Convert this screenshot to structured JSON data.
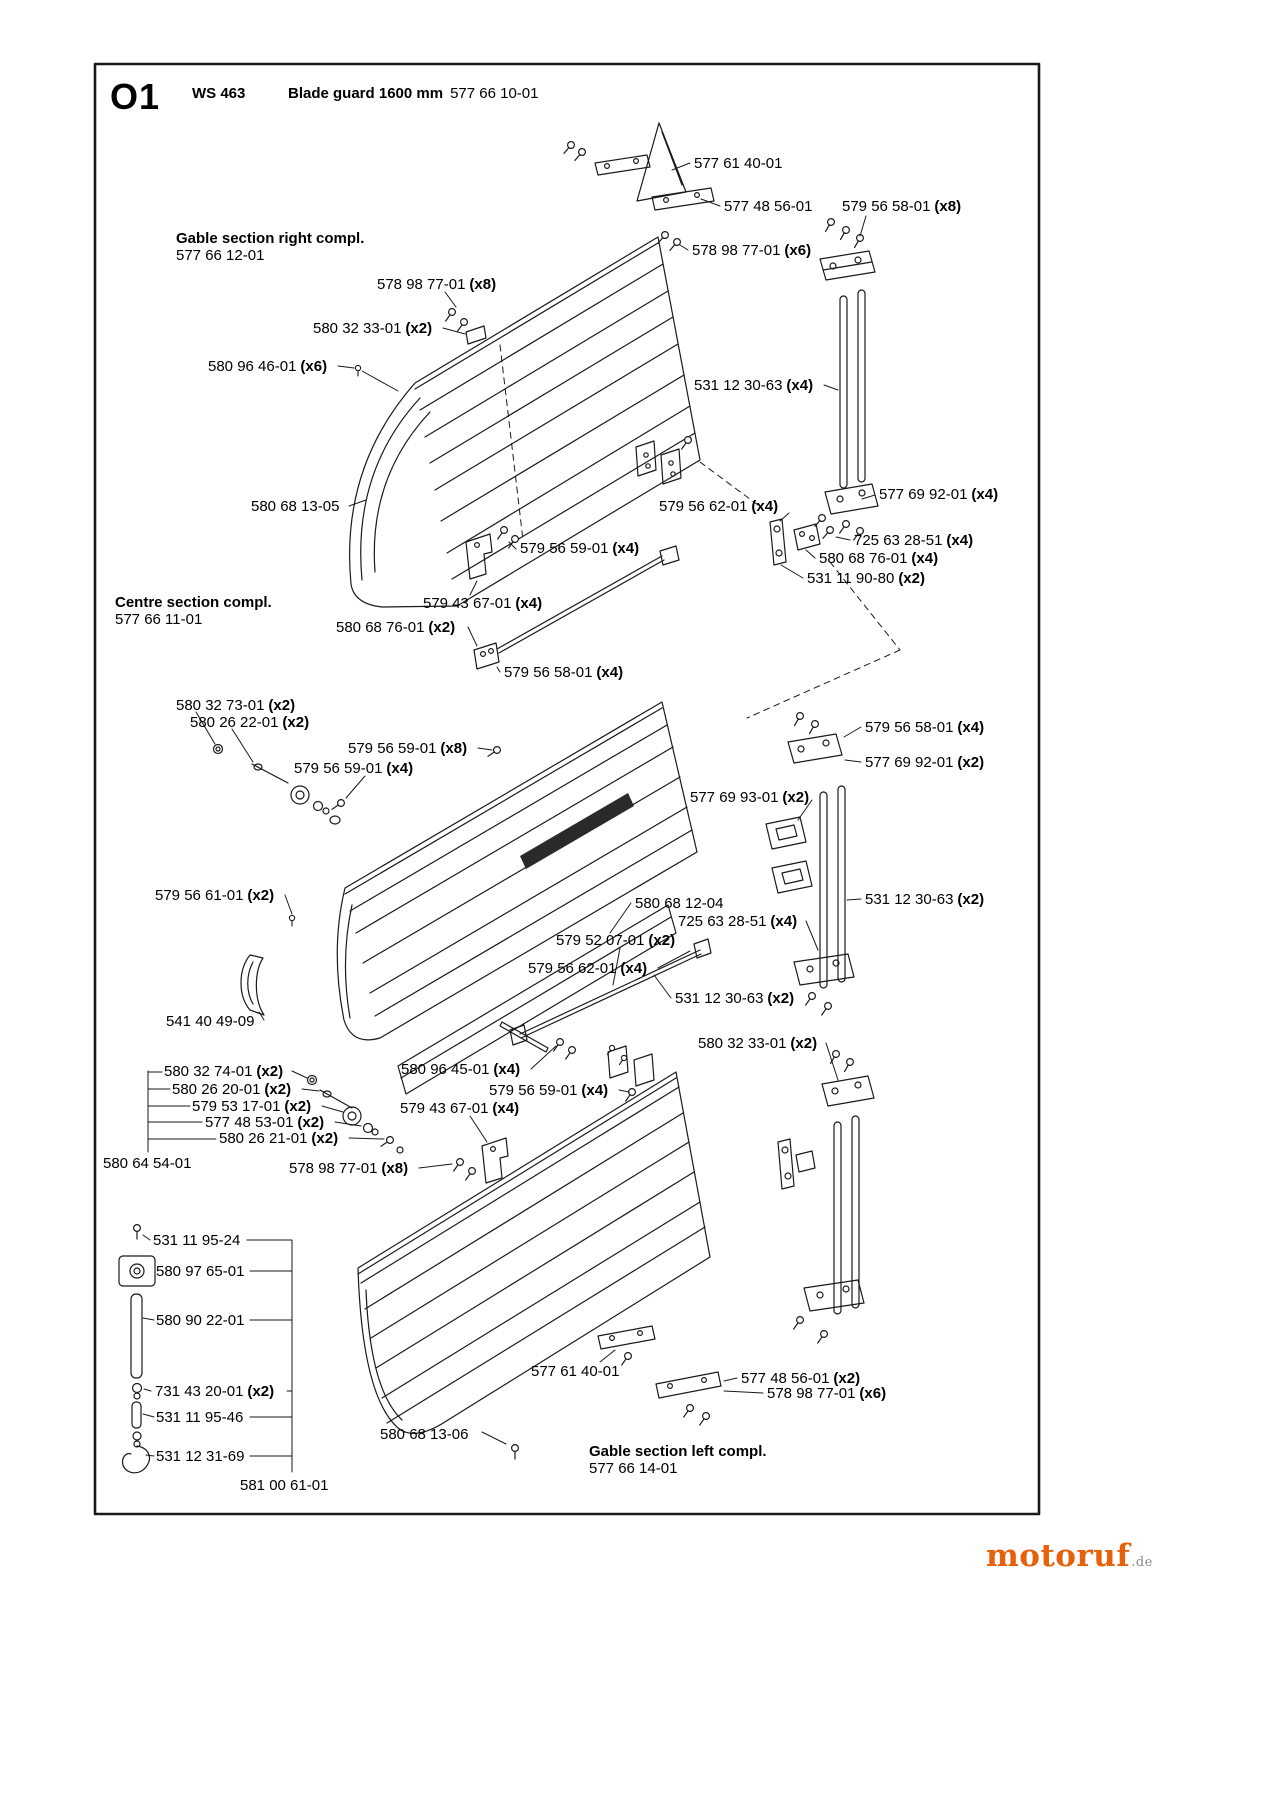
{
  "header": {
    "ref": "O1",
    "model": "WS 463",
    "title": "Blade guard 1600 mm",
    "part": "577 66 10-01"
  },
  "sections": [
    {
      "name": "Gable section right compl.",
      "part": "577 66 12-01"
    },
    {
      "name": "Centre section compl.",
      "part": "577 66 11-01"
    },
    {
      "name": "Gable section left compl.",
      "part": "577 66 14-01"
    }
  ],
  "labels": [
    {
      "num": "577 61 40-01",
      "qty": ""
    },
    {
      "num": "577 48 56-01",
      "qty": ""
    },
    {
      "num": "579 56 58-01",
      "qty": "(x8)"
    },
    {
      "num": "578 98 77-01",
      "qty": "(x6)"
    },
    {
      "num": "578 98 77-01",
      "qty": "(x8)"
    },
    {
      "num": "580 32 33-01",
      "qty": "(x2)"
    },
    {
      "num": "580 96 46-01",
      "qty": "(x6)"
    },
    {
      "num": "531 12 30-63",
      "qty": "(x4)"
    },
    {
      "num": "577 69 92-01",
      "qty": "(x4)"
    },
    {
      "num": "580 68 13-05",
      "qty": ""
    },
    {
      "num": "579 56 62-01",
      "qty": "(x4)"
    },
    {
      "num": "725 63 28-51",
      "qty": "(x4)"
    },
    {
      "num": "579 56 59-01",
      "qty": "(x4)"
    },
    {
      "num": "580 68 76-01",
      "qty": "(x4)"
    },
    {
      "num": "531 11 90-80",
      "qty": "(x2)"
    },
    {
      "num": "579 43 67-01",
      "qty": "(x4)"
    },
    {
      "num": "580 68 76-01",
      "qty": "(x2)"
    },
    {
      "num": "579 56 58-01",
      "qty": "(x4)"
    },
    {
      "num": "580 32 73-01",
      "qty": "(x2)"
    },
    {
      "num": "580 26 22-01",
      "qty": "(x2)"
    },
    {
      "num": "579 56 58-01",
      "qty": "(x4)"
    },
    {
      "num": "579 56 59-01",
      "qty": "(x8)"
    },
    {
      "num": "577 69 92-01",
      "qty": "(x2)"
    },
    {
      "num": "579 56 59-01",
      "qty": "(x4)"
    },
    {
      "num": "577 69 93-01",
      "qty": "(x2)"
    },
    {
      "num": "579 56 61-01",
      "qty": "(x2)"
    },
    {
      "num": "580 68 12-04",
      "qty": ""
    },
    {
      "num": "531 12 30-63",
      "qty": "(x2)"
    },
    {
      "num": "725 63 28-51",
      "qty": "(x4)"
    },
    {
      "num": "579 52 07-01",
      "qty": "(x2)"
    },
    {
      "num": "579 56 62-01",
      "qty": "(x4)"
    },
    {
      "num": "531 12 30-63",
      "qty": "(x2)"
    },
    {
      "num": "541 40 49-09",
      "qty": ""
    },
    {
      "num": "580 32 33-01",
      "qty": "(x2)"
    },
    {
      "num": "580 32 74-01",
      "qty": "(x2)"
    },
    {
      "num": "580 96 45-01",
      "qty": "(x4)"
    },
    {
      "num": "580 26 20-01",
      "qty": "(x2)"
    },
    {
      "num": "579 56 59-01",
      "qty": "(x4)"
    },
    {
      "num": "579 53 17-01",
      "qty": "(x2)"
    },
    {
      "num": "579 43 67-01",
      "qty": "(x4)"
    },
    {
      "num": "577 48 53-01",
      "qty": "(x2)"
    },
    {
      "num": "580 26 21-01",
      "qty": "(x2)"
    },
    {
      "num": "580 64 54-01",
      "qty": ""
    },
    {
      "num": "578 98 77-01",
      "qty": "(x8)"
    },
    {
      "num": "531 11 95-24",
      "qty": ""
    },
    {
      "num": "580 97 65-01",
      "qty": ""
    },
    {
      "num": "580 90 22-01",
      "qty": ""
    },
    {
      "num": "731 43 20-01",
      "qty": "(x2)"
    },
    {
      "num": "531 11 95-46",
      "qty": ""
    },
    {
      "num": "531 12 31-69",
      "qty": ""
    },
    {
      "num": "581 00 61-01",
      "qty": ""
    },
    {
      "num": "577 61 40-01",
      "qty": ""
    },
    {
      "num": "577 48 56-01",
      "qty": "(x2)"
    },
    {
      "num": "578 98 77-01",
      "qty": "(x6)"
    },
    {
      "num": "580 68 13-06",
      "qty": ""
    }
  ],
  "watermark": {
    "name": "motoruf",
    "tld": ".de"
  }
}
